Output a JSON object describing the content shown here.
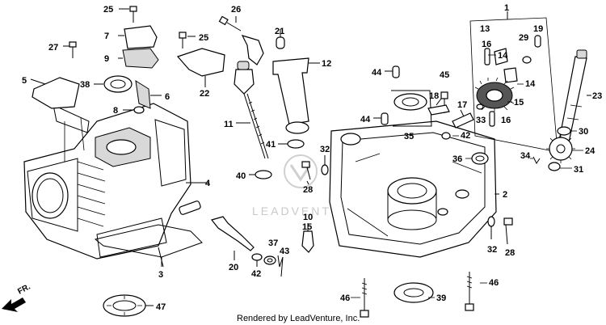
{
  "diagram": {
    "labels": [
      {
        "id": "25a",
        "text": "25"
      },
      {
        "id": "7",
        "text": "7"
      },
      {
        "id": "27",
        "text": "27"
      },
      {
        "id": "9",
        "text": "9"
      },
      {
        "id": "5",
        "text": "5"
      },
      {
        "id": "38",
        "text": "38"
      },
      {
        "id": "6",
        "text": "6"
      },
      {
        "id": "8",
        "text": "8"
      },
      {
        "id": "4",
        "text": "4"
      },
      {
        "id": "3",
        "text": "3"
      },
      {
        "id": "47",
        "text": "47"
      },
      {
        "id": "26",
        "text": "26"
      },
      {
        "id": "25b",
        "text": "25"
      },
      {
        "id": "22",
        "text": "22"
      },
      {
        "id": "21",
        "text": "21"
      },
      {
        "id": "12",
        "text": "12"
      },
      {
        "id": "11",
        "text": "11"
      },
      {
        "id": "41",
        "text": "41"
      },
      {
        "id": "40",
        "text": "40"
      },
      {
        "id": "20",
        "text": "20"
      },
      {
        "id": "42a",
        "text": "42"
      },
      {
        "id": "37",
        "text": "37"
      },
      {
        "id": "43",
        "text": "43"
      },
      {
        "id": "10",
        "text": "10"
      },
      {
        "id": "15a",
        "text": "15"
      },
      {
        "id": "28a",
        "text": "28"
      },
      {
        "id": "32a",
        "text": "32"
      },
      {
        "id": "44a",
        "text": "44"
      },
      {
        "id": "44b",
        "text": "44"
      },
      {
        "id": "45",
        "text": "45"
      },
      {
        "id": "18",
        "text": "18"
      },
      {
        "id": "35",
        "text": "35"
      },
      {
        "id": "17",
        "text": "17"
      },
      {
        "id": "42b",
        "text": "42"
      },
      {
        "id": "36",
        "text": "36"
      },
      {
        "id": "2",
        "text": "2"
      },
      {
        "id": "32b",
        "text": "32"
      },
      {
        "id": "28b",
        "text": "28"
      },
      {
        "id": "46a",
        "text": "46"
      },
      {
        "id": "39",
        "text": "39"
      },
      {
        "id": "46b",
        "text": "46"
      },
      {
        "id": "1",
        "text": "1"
      },
      {
        "id": "13",
        "text": "13"
      },
      {
        "id": "16a",
        "text": "16"
      },
      {
        "id": "14a",
        "text": "14"
      },
      {
        "id": "14b",
        "text": "14"
      },
      {
        "id": "15b",
        "text": "15"
      },
      {
        "id": "33",
        "text": "33"
      },
      {
        "id": "16b",
        "text": "16"
      },
      {
        "id": "29",
        "text": "29"
      },
      {
        "id": "19",
        "text": "19"
      },
      {
        "id": "23",
        "text": "23"
      },
      {
        "id": "30",
        "text": "30"
      },
      {
        "id": "34",
        "text": "34"
      },
      {
        "id": "24",
        "text": "24"
      },
      {
        "id": "31",
        "text": "31"
      }
    ],
    "watermark": "LEADVENTURE",
    "credit": "Rendered by LeadVenture, Inc.",
    "direction_label": "FR."
  }
}
